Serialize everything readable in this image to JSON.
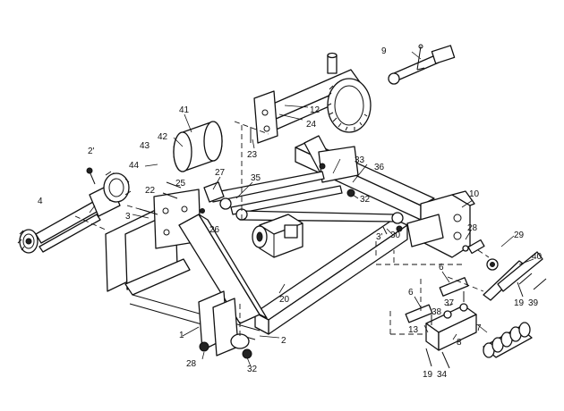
{
  "diagram": {
    "callouts": {
      "c1": "1",
      "c2": "2",
      "c2a": "2'",
      "c3": "3",
      "c3a": "3'",
      "c4": "4",
      "c6a": "6",
      "c6b": "6",
      "c7": "7",
      "c8": "8",
      "c9": "9",
      "c10": "10",
      "c12": "12",
      "c13": "13",
      "c19a": "19",
      "c19b": "19",
      "c20": "20",
      "c22": "22",
      "c23": "23",
      "c24": "24",
      "c25": "25",
      "c26": "26",
      "c27": "27",
      "c28a": "28",
      "c28b": "28",
      "c29": "29",
      "c30": "30",
      "c32a": "32",
      "c32b": "32",
      "c33": "33",
      "c34": "34",
      "c35": "35",
      "c36": "36",
      "c37": "37",
      "c38": "38",
      "c39": "39",
      "c40": "40",
      "c41": "41",
      "c42": "42",
      "c43": "43",
      "c44": "44"
    }
  }
}
